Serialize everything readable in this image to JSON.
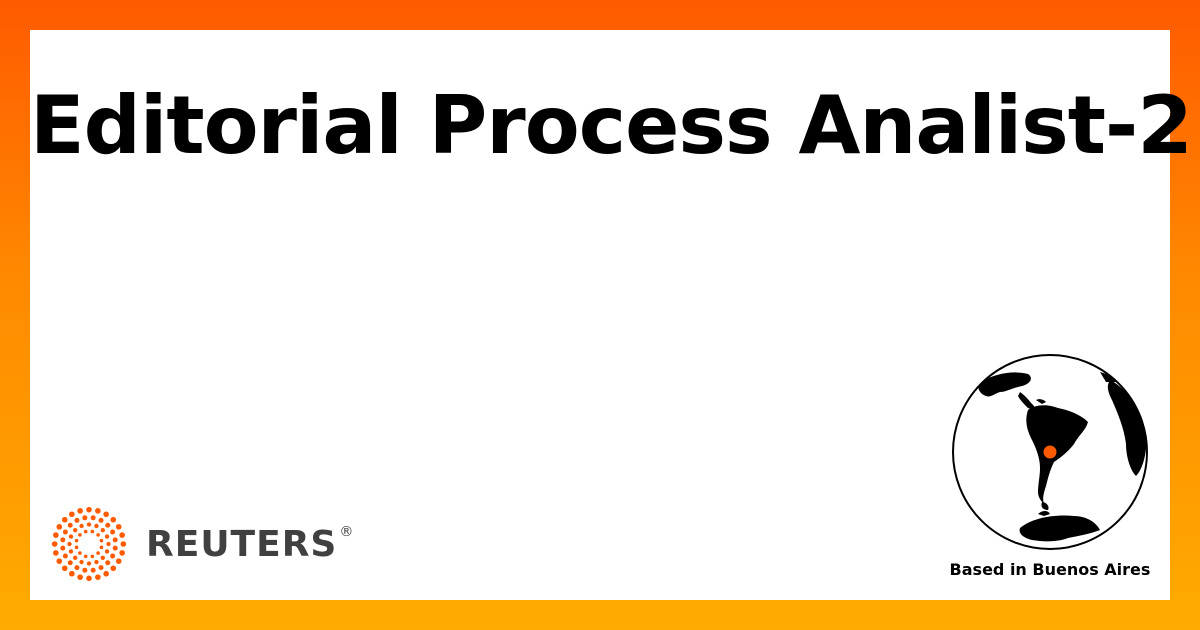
{
  "page": {
    "title": "Editorial Process Analist-2"
  },
  "brand": {
    "wordmark": "REUTERS",
    "registered_mark": "®",
    "logo_icon": "reuters-dot-ring-logo",
    "accent_color": "#ff5a00",
    "wordmark_color": "#404040"
  },
  "location": {
    "label": "Based in Buenos Aires",
    "globe_icon": "globe-south-america-icon",
    "marker_color": "#ff5a00"
  },
  "frame": {
    "gradient_top": "#ff5a00",
    "gradient_bottom": "#ffab00"
  }
}
